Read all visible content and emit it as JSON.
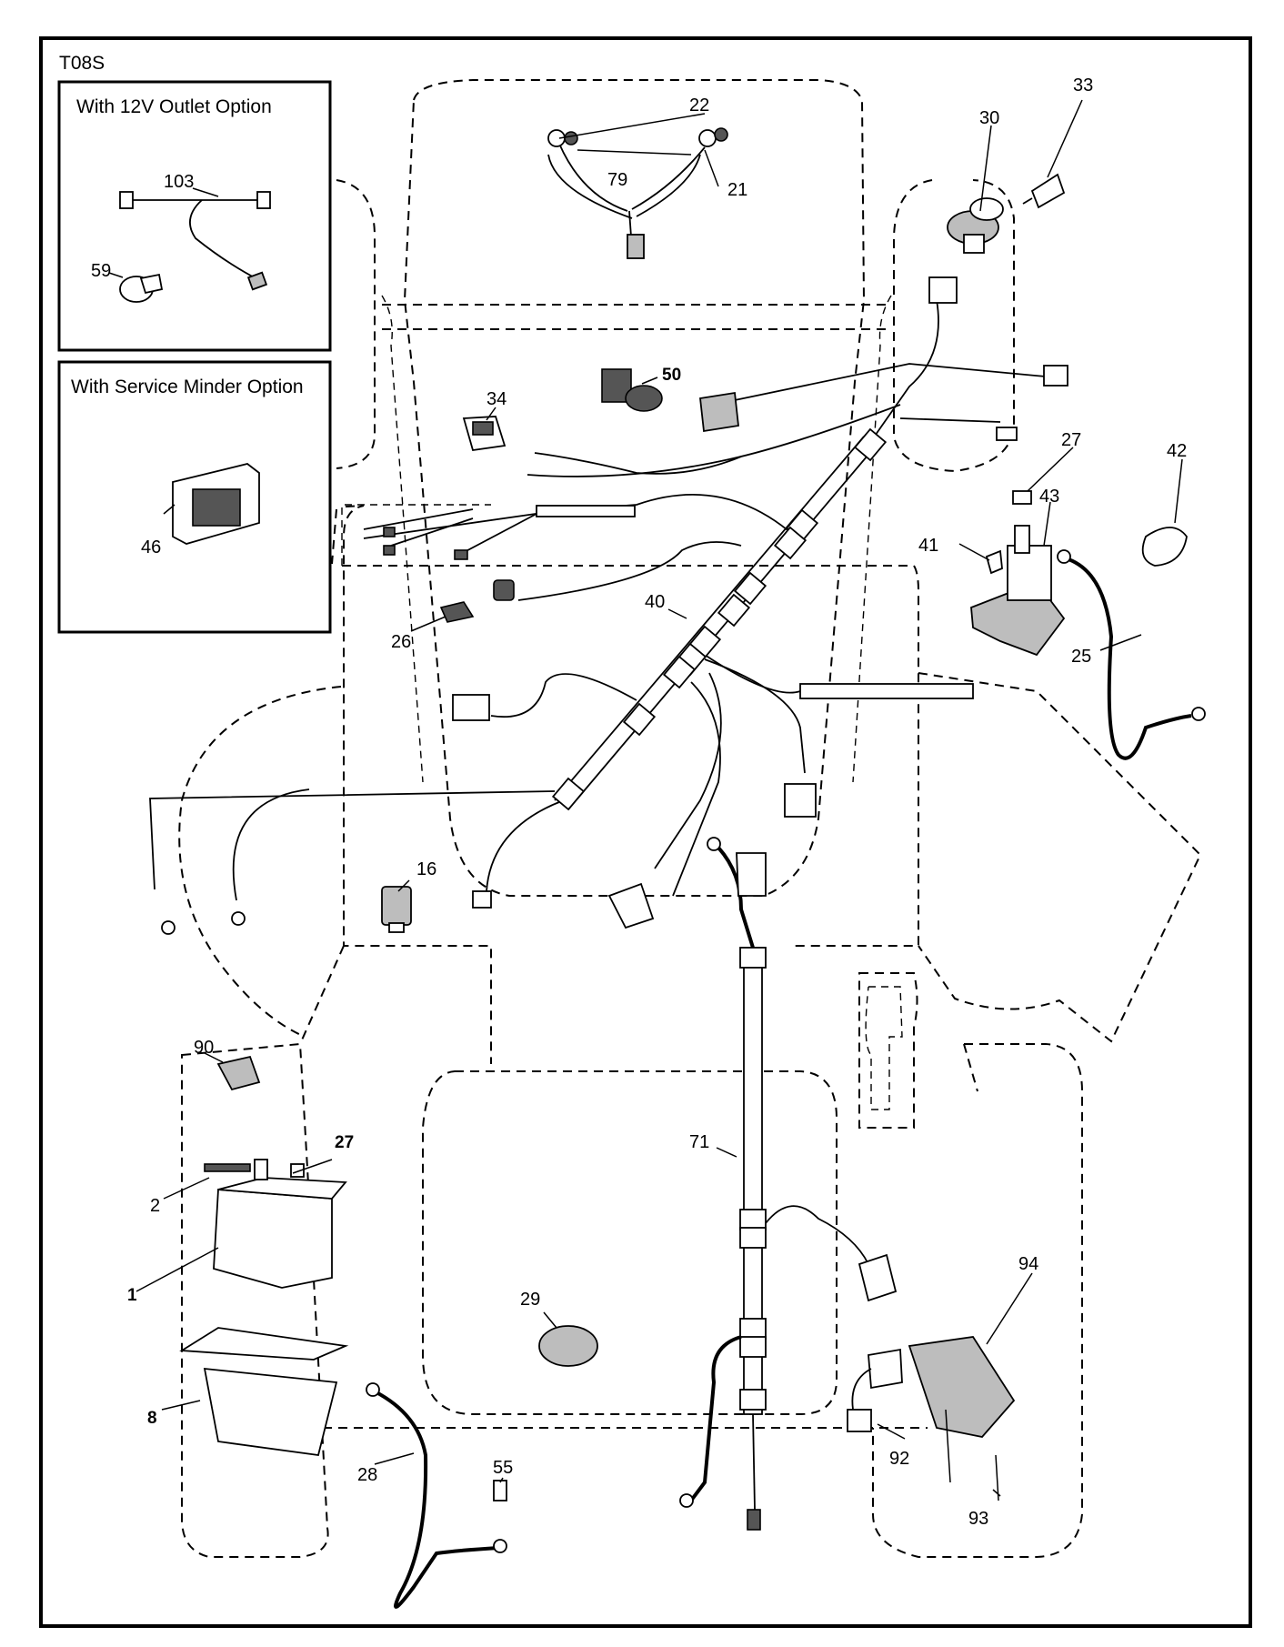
{
  "diagram_code": "T08S",
  "insets": {
    "outlet_option": {
      "title": "With 12V Outlet Option",
      "callouts": [
        "103",
        "59"
      ]
    },
    "service_minder_option": {
      "title": "With Service Minder Option",
      "callouts": [
        "46"
      ]
    }
  },
  "callouts": {
    "c22": "22",
    "c79": "79",
    "c21": "21",
    "c30": "30",
    "c33": "33",
    "c50": "50",
    "c34": "34",
    "c27a": "27",
    "c42": "42",
    "c43": "43",
    "c41": "41",
    "c40": "40",
    "c26": "26",
    "c25": "25",
    "c16": "16",
    "c90": "90",
    "c27b": "27",
    "c2": "2",
    "c1": "1",
    "c8": "8",
    "c28": "28",
    "c55": "55",
    "c29": "29",
    "c71": "71",
    "c94": "94",
    "c92": "92",
    "c93": "93"
  }
}
